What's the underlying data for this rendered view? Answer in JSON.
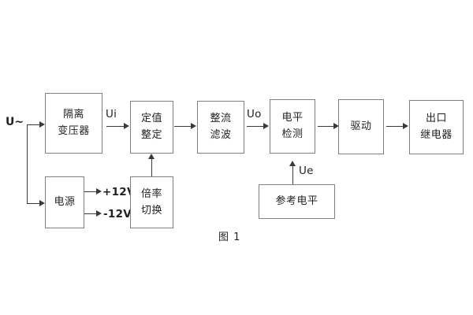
{
  "figure": {
    "caption": "图 1",
    "source_label": "U~",
    "blocks": [
      {
        "id": "isolation-transformer",
        "lines": [
          "隔离",
          "变压器"
        ]
      },
      {
        "id": "power-supply",
        "lines": [
          "电源"
        ]
      },
      {
        "id": "setpoint-adjust",
        "lines": [
          "定值",
          "整定"
        ]
      },
      {
        "id": "multiplier-switch",
        "lines": [
          "倍率",
          "切换"
        ]
      },
      {
        "id": "rectify-filter",
        "lines": [
          "整流",
          "滤波"
        ]
      },
      {
        "id": "level-detect",
        "lines": [
          "电平",
          "检测"
        ]
      },
      {
        "id": "reference-level",
        "lines": [
          "参考电平"
        ]
      },
      {
        "id": "driver",
        "lines": [
          "驱动"
        ]
      },
      {
        "id": "output-relay",
        "lines": [
          "出口",
          "继电器"
        ]
      }
    ],
    "signals": {
      "ui": "Ui",
      "uo": "Uo",
      "ue": "Ue"
    },
    "rails": {
      "positive": "+12V",
      "negative": "-12V"
    },
    "colors": {
      "block_border": "#808080",
      "connector": "#3a3a3a",
      "text": "#231f20",
      "background": "#ffffff"
    }
  }
}
